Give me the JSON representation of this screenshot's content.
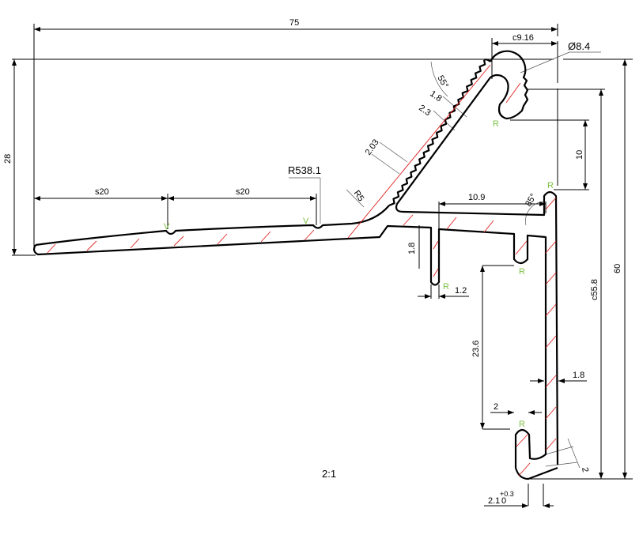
{
  "drawing": {
    "scale": "2:1",
    "dimensions": {
      "overall_width": "75",
      "overall_height_left": "28",
      "spacing_1": "s20",
      "spacing_2": "s20",
      "top_radius": "R538.1",
      "hook_width": "c9.16",
      "hook_diameter": "Ø8.4",
      "hook_gap": "10",
      "overall_height_right": "60",
      "wall_height": "c55.8",
      "ledge_width": "10.9",
      "angle_top": "55°",
      "angle_wall": "85°",
      "tooth_depth": "1.8",
      "rib_thickness": "2.3",
      "tooth_pitch": "2.03",
      "fillet": "R5",
      "deck_thickness": "1.8",
      "leg_thickness": "1.2",
      "slot_depth": "23.6",
      "wall_thickness": "1.8",
      "lip_width": "2",
      "lip_thickness": "2",
      "gap": "2.1",
      "gap_tol_upper": "+0.3",
      "gap_tol_lower": "0"
    },
    "markers": {
      "radius": "R",
      "groove": "V"
    }
  }
}
